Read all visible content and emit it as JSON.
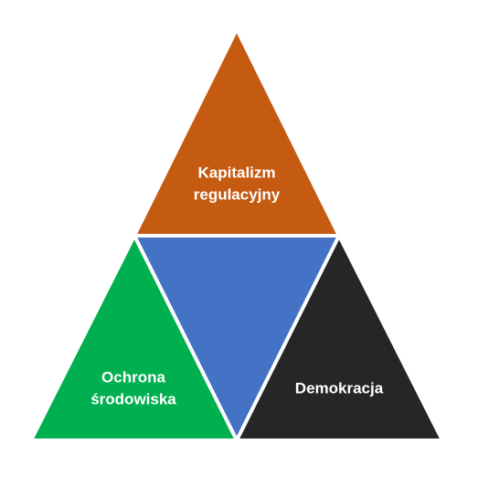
{
  "diagram": {
    "segments": {
      "top": {
        "lines": [
          "Kapitalizm",
          "regulacyjny"
        ],
        "color": "#C55A11"
      },
      "center": {
        "lines": [],
        "color": "#4472C4"
      },
      "left": {
        "lines": [
          "Ochrona",
          "środowiska"
        ],
        "color": "#00B050"
      },
      "right": {
        "lines": [
          "Demokracja"
        ],
        "color": "#262626"
      }
    }
  }
}
